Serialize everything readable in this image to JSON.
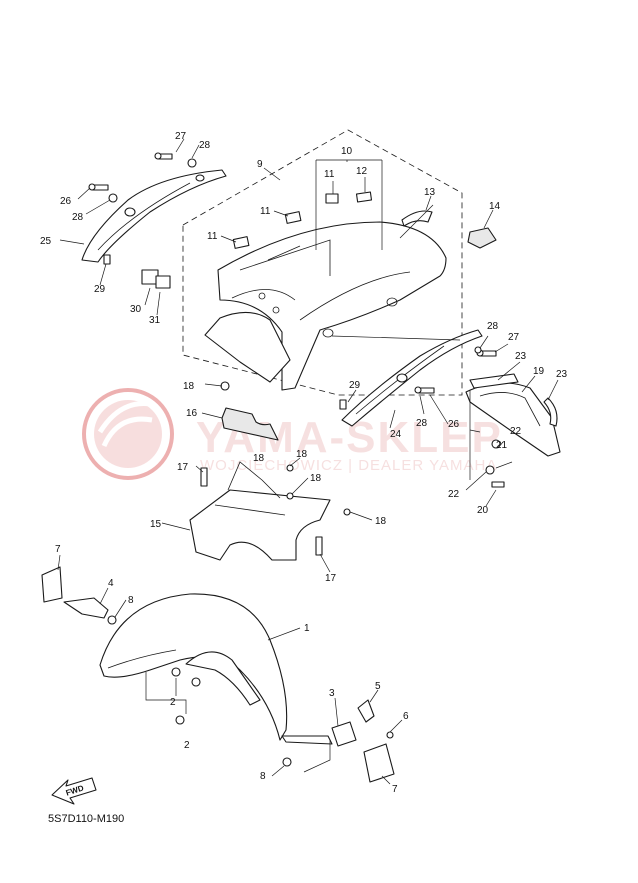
{
  "diagram": {
    "code": "5S7D110-M190",
    "fwd_label": "FWD",
    "watermark": {
      "brand": "YAMA-SKLEP",
      "subtitle": "WOJCIECHOWICZ | DEALER YAMAHA",
      "color": "#e07070"
    },
    "callouts": [
      {
        "id": "c1",
        "label": "1"
      },
      {
        "id": "c2a",
        "label": "2"
      },
      {
        "id": "c2b",
        "label": "2"
      },
      {
        "id": "c3",
        "label": "3"
      },
      {
        "id": "c4",
        "label": "4"
      },
      {
        "id": "c5",
        "label": "5"
      },
      {
        "id": "c6",
        "label": "6"
      },
      {
        "id": "c7a",
        "label": "7"
      },
      {
        "id": "c7b",
        "label": "7"
      },
      {
        "id": "c8a",
        "label": "8"
      },
      {
        "id": "c8b",
        "label": "8"
      },
      {
        "id": "c9",
        "label": "9"
      },
      {
        "id": "c10",
        "label": "10"
      },
      {
        "id": "c11a",
        "label": "11"
      },
      {
        "id": "c11b",
        "label": "11"
      },
      {
        "id": "c11c",
        "label": "11"
      },
      {
        "id": "c12",
        "label": "12"
      },
      {
        "id": "c13",
        "label": "13"
      },
      {
        "id": "c14",
        "label": "14"
      },
      {
        "id": "c15",
        "label": "15"
      },
      {
        "id": "c16",
        "label": "16"
      },
      {
        "id": "c17a",
        "label": "17"
      },
      {
        "id": "c17b",
        "label": "17"
      },
      {
        "id": "c18a",
        "label": "18"
      },
      {
        "id": "c18b",
        "label": "18"
      },
      {
        "id": "c18c",
        "label": "18"
      },
      {
        "id": "c18d",
        "label": "18"
      },
      {
        "id": "c18e",
        "label": "18"
      },
      {
        "id": "c19",
        "label": "19"
      },
      {
        "id": "c20",
        "label": "20"
      },
      {
        "id": "c21",
        "label": "21"
      },
      {
        "id": "c22a",
        "label": "22"
      },
      {
        "id": "c22b",
        "label": "22"
      },
      {
        "id": "c23a",
        "label": "23"
      },
      {
        "id": "c23b",
        "label": "23"
      },
      {
        "id": "c24",
        "label": "24"
      },
      {
        "id": "c25",
        "label": "25"
      },
      {
        "id": "c26a",
        "label": "26"
      },
      {
        "id": "c26b",
        "label": "26"
      },
      {
        "id": "c27a",
        "label": "27"
      },
      {
        "id": "c27b",
        "label": "27"
      },
      {
        "id": "c28a",
        "label": "28"
      },
      {
        "id": "c28b",
        "label": "28"
      },
      {
        "id": "c28c",
        "label": "28"
      },
      {
        "id": "c28d",
        "label": "28"
      },
      {
        "id": "c29a",
        "label": "29"
      },
      {
        "id": "c29b",
        "label": "29"
      },
      {
        "id": "c30",
        "label": "30"
      },
      {
        "id": "c31",
        "label": "31"
      }
    ]
  }
}
